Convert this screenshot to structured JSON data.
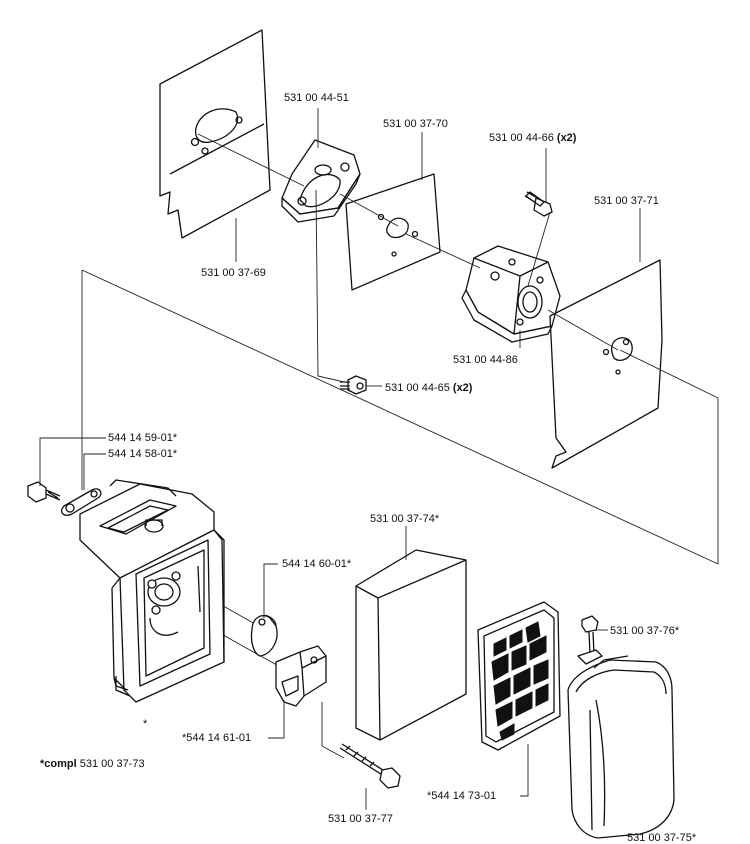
{
  "labels": {
    "p_531_00_44_51": "531 00 44-51",
    "p_531_00_37_70": "531 00 37-70",
    "p_531_00_44_66": "531 00 44-66",
    "p_531_00_44_66_qty": "(x2)",
    "p_531_00_37_71": "531 00 37-71",
    "p_531_00_37_69": "531 00 37-69",
    "p_531_00_44_86": "531 00 44-86",
    "p_531_00_44_65": "531 00 44-65",
    "p_531_00_44_65_qty": "(x2)",
    "p_544_14_59_01": "544 14 59-01*",
    "p_544_14_58_01": "544 14 58-01*",
    "p_531_00_37_74": "531 00 37-74*",
    "p_544_14_60_01": "544 14 60-01*",
    "p_531_00_37_76": "531 00 37-76*",
    "p_544_14_61_01": "*544 14 61-01",
    "p_544_14_73_01": "*544 14 73-01",
    "p_531_00_37_77": "531 00 37-77",
    "p_531_00_37_75": "531 00 37-75*",
    "asterisk": "*",
    "compl_prefix": "*compl",
    "compl_number": "531 00 37-73"
  }
}
